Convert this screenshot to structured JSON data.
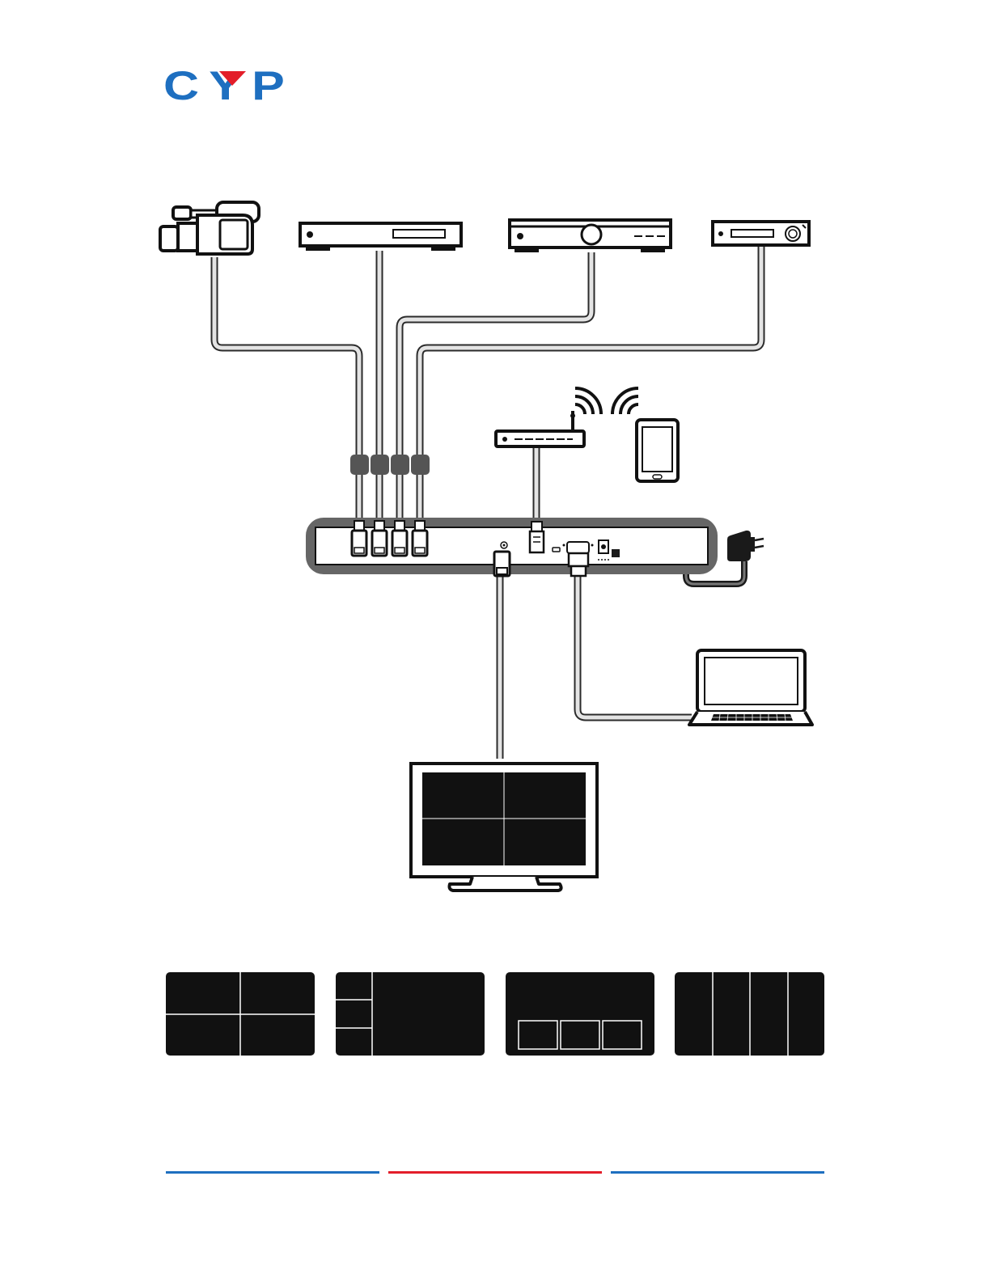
{
  "brand": {
    "logo_text": "CYP",
    "logo_color": "#1e6fc0",
    "logo_accent_color": "#e31e2a"
  },
  "footer_rule_colors": [
    "#1e6fc0",
    "#e31e2a",
    "#1e6fc0"
  ],
  "icons": [
    "camcorder-icon",
    "blu-ray-player-icon",
    "set-top-box-icon",
    "av-receiver-icon",
    "wifi-router-icon",
    "tablet-icon",
    "power-adapter-icon",
    "laptop-icon",
    "display-icon"
  ],
  "screen_layouts": [
    {
      "name": "quad-split",
      "panes": 4
    },
    {
      "name": "pip-left-column",
      "panes": 4
    },
    {
      "name": "pip-bottom-row",
      "panes": 4
    },
    {
      "name": "vertical-strips",
      "panes": 4
    }
  ]
}
